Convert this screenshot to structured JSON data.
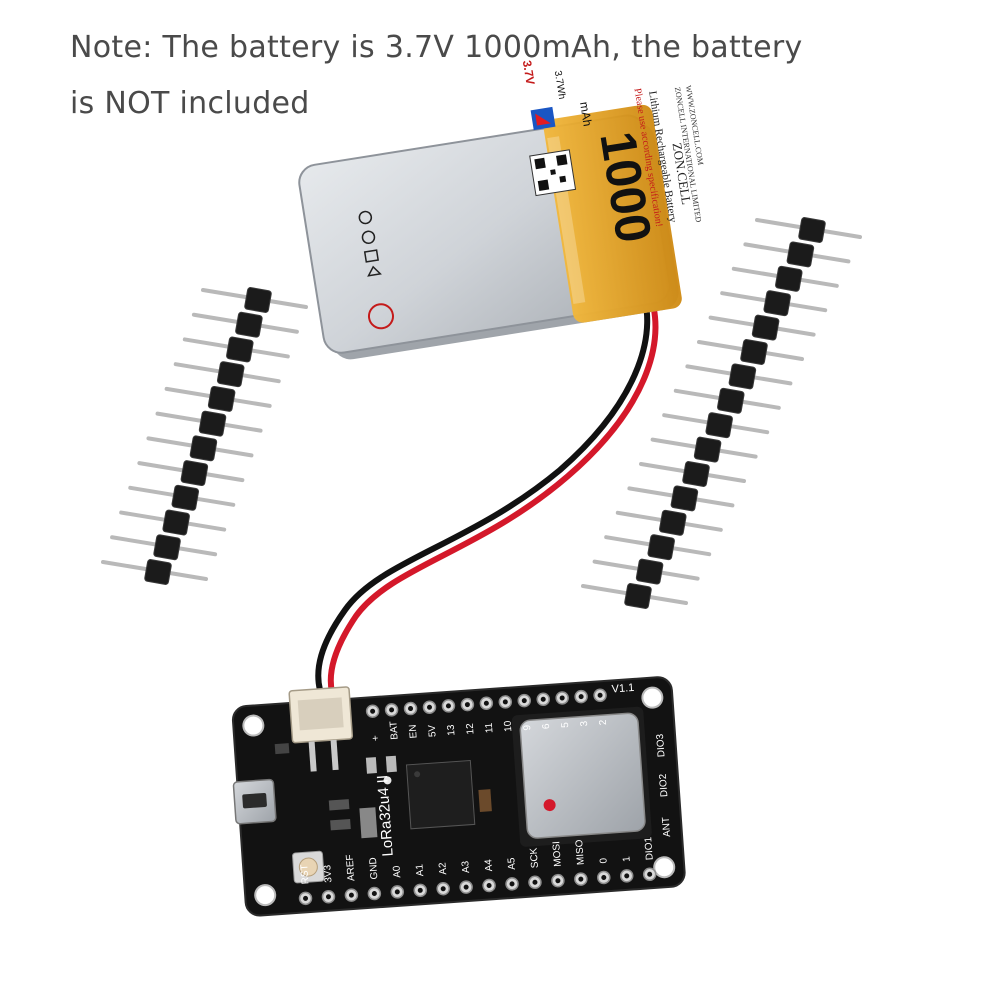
{
  "note": {
    "line1": "Note: The battery is 3.7V 1000mAh, the battery",
    "line2": "is NOT included"
  },
  "battery": {
    "capacity": "1000",
    "unit": "mAh",
    "voltage": "3.7V",
    "energy": "3.7Wh",
    "brand": "ZON.CELL",
    "line_type": "Lithium Rechargeable Battery",
    "instruction": "Please use according specification!",
    "company": "ZONCELL INTERNATIONAL LIMITED",
    "website": "WWW.ZONCELL.COM"
  },
  "board": {
    "name": "LoRa32u4 II",
    "version": "V1.1",
    "top_pins": [
      "+",
      "BAT",
      "EN",
      "5V",
      "13",
      "12",
      "11",
      "10",
      "9",
      "6",
      "5",
      "3",
      "2"
    ],
    "bottom_pins": [
      "RST",
      "3V3",
      "AREF",
      "GND",
      "A0",
      "A1",
      "A2",
      "A3",
      "A4",
      "A5",
      "SCK",
      "MOSI",
      "MISO",
      "0",
      "1",
      "DIO1"
    ],
    "right_pins": [
      "DIO3",
      "DIO2",
      "ANT"
    ],
    "button_label": "RST"
  },
  "colors": {
    "pcb": "#121212",
    "battery_body": "#cfd3d8",
    "kapton": "#e7a21c",
    "wire_red": "#d4182a",
    "wire_black": "#111111",
    "pin_metal": "#c8c8c8",
    "header_plastic": "#1b1b1b",
    "module_shield": "#b8bcc2"
  }
}
